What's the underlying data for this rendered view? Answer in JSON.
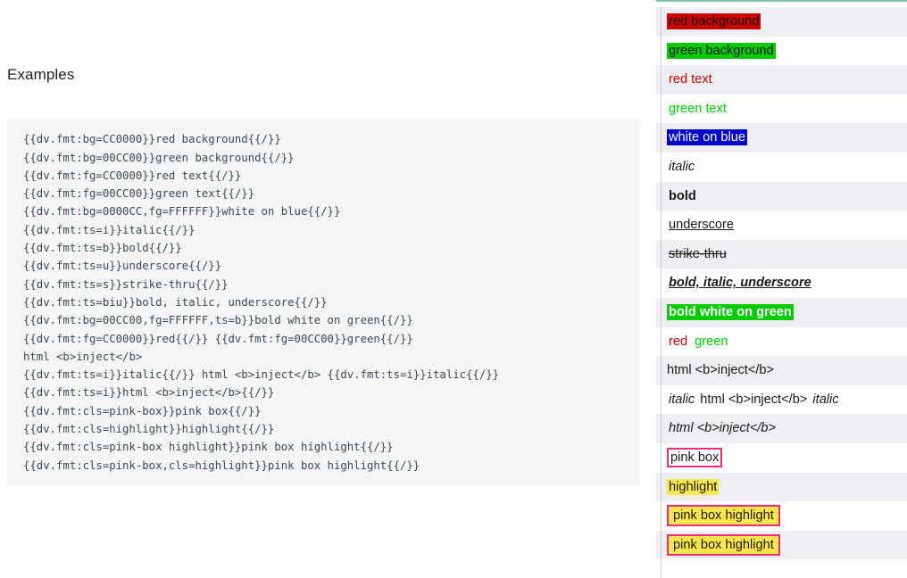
{
  "left": {
    "heading": "Examples",
    "code_lines": [
      "{{dv.fmt:bg=CC0000}}red background{{/}}",
      "{{dv.fmt:bg=00CC00}}green background{{/}}",
      "{{dv.fmt:fg=CC0000}}red text{{/}}",
      "{{dv.fmt:fg=00CC00}}green text{{/}}",
      "{{dv.fmt:bg=0000CC,fg=FFFFFF}}white on blue{{/}}",
      "{{dv.fmt:ts=i}}italic{{/}}",
      "{{dv.fmt:ts=b}}bold{{/}}",
      "{{dv.fmt:ts=u}}underscore{{/}}",
      "{{dv.fmt:ts=s}}strike-thru{{/}}",
      "{{dv.fmt:ts=biu}}bold, italic, underscore{{/}}",
      "{{dv.fmt:bg=00CC00,fg=FFFFFF,ts=b}}bold white on green{{/}}",
      "{{dv.fmt:fg=CC0000}}red{{/}} {{dv.fmt:fg=00CC00}}green{{/}}",
      "html <b>inject</b>",
      "{{dv.fmt:ts=i}}italic{{/}} html <b>inject</b> {{dv.fmt:ts=i}}italic{{/}}",
      "{{dv.fmt:ts=i}}html <b>inject</b>{{/}}",
      "{{dv.fmt:cls=pink-box}}pink box{{/}}",
      "{{dv.fmt:cls=highlight}}highlight{{/}}",
      "{{dv.fmt:cls=pink-box highlight}}pink box highlight{{/}}",
      "{{dv.fmt:cls=pink-box,cls=highlight}}pink box highlight{{/}}"
    ]
  },
  "right": {
    "accent_color": "#82c4a8",
    "stripe_color": "#eeeef3",
    "rows": [
      {
        "id": "red-background",
        "text": "red background",
        "style": "bg-red",
        "striped": true
      },
      {
        "id": "green-background",
        "text": "green background",
        "style": "bg-green",
        "striped": false
      },
      {
        "id": "red-text",
        "text": "red text",
        "style": "fg-red",
        "striped": true
      },
      {
        "id": "green-text",
        "text": "green text",
        "style": "fg-green",
        "striped": false
      },
      {
        "id": "white-on-blue",
        "text": "white on blue",
        "style": "bg-blue-fg-white",
        "striped": true
      },
      {
        "id": "italic",
        "text": "italic",
        "style": "ts-i",
        "striped": false
      },
      {
        "id": "bold",
        "text": "bold",
        "style": "ts-b",
        "striped": true
      },
      {
        "id": "underscore",
        "text": "underscore",
        "style": "ts-u",
        "striped": false
      },
      {
        "id": "strike-thru",
        "text": "strike-thru",
        "style": "ts-s",
        "striped": true
      },
      {
        "id": "bold-italic-underscore",
        "text": "bold, italic, underscore",
        "style": "ts-biu",
        "striped": false
      },
      {
        "id": "bold-white-on-green",
        "text": "bold white on green",
        "style": "bg-green-fg-white-bold",
        "striped": true
      },
      {
        "id": "red-green",
        "text": "",
        "style": "multi-red-green",
        "striped": false,
        "parts": [
          {
            "text": "red",
            "style": "fg-red"
          },
          {
            "text": " ",
            "style": ""
          },
          {
            "text": "green",
            "style": "fg-green"
          }
        ]
      },
      {
        "id": "html-inject",
        "text": "html <b>inject</b>",
        "style": "",
        "striped": true
      },
      {
        "id": "italic-html-inject-italic",
        "text": "",
        "style": "multi-italic-inject",
        "striped": false,
        "parts": [
          {
            "text": "italic",
            "style": "ts-i"
          },
          {
            "text": " html <b>inject</b> ",
            "style": ""
          },
          {
            "text": "italic",
            "style": "ts-i"
          }
        ]
      },
      {
        "id": "italic-html-inject",
        "text": "html <b>inject</b>",
        "style": "ts-i",
        "striped": true
      },
      {
        "id": "pink-box",
        "text": "pink box",
        "style": "cls-pink-box",
        "striped": false
      },
      {
        "id": "highlight",
        "text": "highlight",
        "style": "cls-highlight",
        "striped": true
      },
      {
        "id": "pink-box-highlight-space",
        "text": "pink box highlight",
        "style": "cls-pink-box cls-highlight",
        "striped": false
      },
      {
        "id": "pink-box-highlight-comma",
        "text": "pink box highlight",
        "style": "cls-pink-box cls-highlight",
        "striped": true
      }
    ]
  },
  "colors": {
    "red": "#CC0000",
    "green": "#00CC00",
    "blue": "#0000CC",
    "white": "#FFFFFF",
    "pink_border": "#EC2C7A",
    "highlight_yellow": "#FBE74D",
    "code_bg": "#F5F5F5",
    "code_fg": "#3B4A54"
  }
}
